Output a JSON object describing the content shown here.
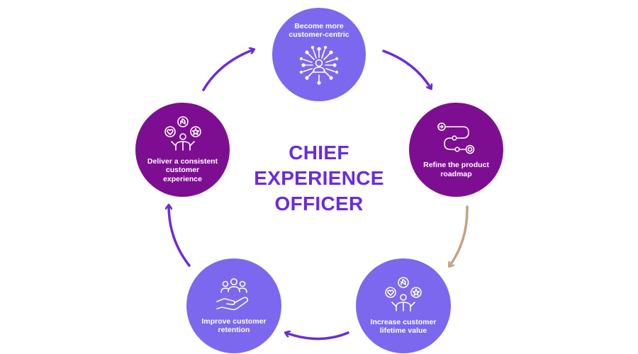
{
  "center": {
    "title": "CHIEF\nEXPERIENCE\nOFFICER"
  },
  "colors": {
    "node_light": "#7b68ee",
    "node_dark": "#7d0e92",
    "arrow_purple": "#6a2bdc",
    "arrow_tan": "#c2a383",
    "title": "#6a2bdc"
  },
  "nodes": [
    {
      "id": "top",
      "label": "Become more\ncustomer-centric",
      "icon": "people-network-icon"
    },
    {
      "id": "right",
      "label": "Refine the product\nroadmap",
      "icon": "roadmap-path-icon"
    },
    {
      "id": "bright",
      "label": "Increase customer\nlifetime value",
      "icon": "person-with-reactions-icon"
    },
    {
      "id": "bleft",
      "label": "Improve customer\nretention",
      "icon": "hand-holding-group-icon"
    },
    {
      "id": "left",
      "label": "Deliver a consistent\ncustomer\nexperience",
      "icon": "person-with-reactions-icon"
    }
  ]
}
